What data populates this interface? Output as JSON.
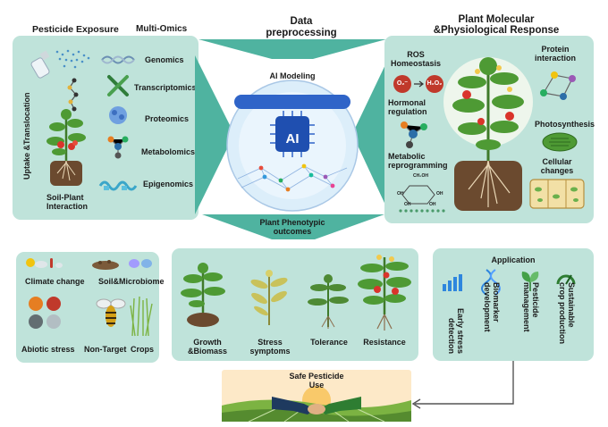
{
  "colors": {
    "panel": "#bfe3da",
    "funnel": "#4fb3a0",
    "ai_blue": "#2f64c8",
    "arrow": "#555555"
  },
  "exposure": {
    "title": "Pesticide Exposure",
    "uptake_label": "Uptake &Translocation",
    "soil_label": [
      "Soil-Plant",
      "Interaction"
    ]
  },
  "omics": {
    "title": "Multi-Omics",
    "items": [
      "Genomics",
      "Transcriptomics",
      "Proteomics",
      "Metabolomics",
      "Epigenomics"
    ]
  },
  "center": {
    "top_label": [
      "Data",
      "preprocessing"
    ],
    "ai_label": "AI Modeling",
    "chip": "AI",
    "bottom_label": [
      "Plant Phenotypic",
      "outcomes"
    ]
  },
  "response": {
    "title": [
      "Plant Molecular",
      "&Physiological Response"
    ],
    "ros": [
      "ROS",
      "Homeostasis"
    ],
    "ros_chem": [
      "O₂⁻",
      "H₂O₂"
    ],
    "hormonal": [
      "Hormonal",
      "regulation"
    ],
    "metabolic": [
      "Metabolic",
      "reprogramming"
    ],
    "protein": [
      "Protein",
      "interaction"
    ],
    "photosynthesis": "Photosynthesis",
    "cellular": [
      "Cellular",
      "changes"
    ],
    "glucose_labels": [
      "CH₂OH",
      "OH",
      "OH",
      "OH",
      "OH"
    ]
  },
  "factors": {
    "climate": "Climate change",
    "soil": "Soil&Microbiome",
    "abiotic": "Abiotic stress",
    "nontarget": "Non-Target",
    "crops": "Crops"
  },
  "phenotypes": {
    "items": [
      [
        "Growth",
        "&Biomass"
      ],
      [
        "Stress",
        "symptoms"
      ],
      [
        "Tolerance"
      ],
      [
        "Resistance"
      ]
    ]
  },
  "application": {
    "title": "Application",
    "items": [
      [
        "Early stress",
        "detection"
      ],
      [
        "Biomarker",
        "development"
      ],
      [
        "Pesticide",
        "management"
      ],
      [
        "Sustainable",
        "crop production"
      ]
    ]
  },
  "safe": {
    "label": [
      "Safe Pesticide",
      "Use"
    ]
  }
}
